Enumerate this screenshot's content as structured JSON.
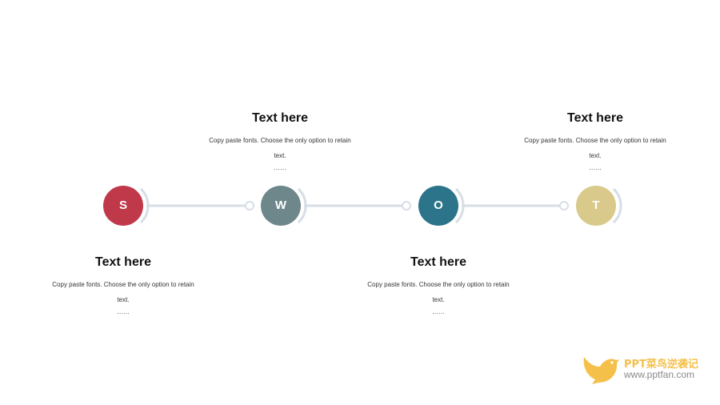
{
  "nodes": [
    {
      "letter": "S",
      "color": "#c0394b"
    },
    {
      "letter": "W",
      "color": "#6e878b"
    },
    {
      "letter": "O",
      "color": "#2b7489"
    },
    {
      "letter": "T",
      "color": "#d9c98a"
    }
  ],
  "blocks": [
    {
      "title": "Text here",
      "body": "Copy paste fonts. Choose the only option to retain text.",
      "more": "……"
    },
    {
      "title": "Text here",
      "body": "Copy paste fonts. Choose the only option to retain text.",
      "more": "……"
    },
    {
      "title": "Text here",
      "body": "Copy paste fonts. Choose the only option to retain text.",
      "more": "……"
    },
    {
      "title": "Text here",
      "body": "Copy paste fonts. Choose the only option to retain text.",
      "more": "……"
    }
  ],
  "line_color": "#d7dee6",
  "logo": {
    "name": "PPT菜鸟逆袭记",
    "url": "www.pptfan.com",
    "color": "#f5c04a",
    "icon": "bird-icon"
  }
}
